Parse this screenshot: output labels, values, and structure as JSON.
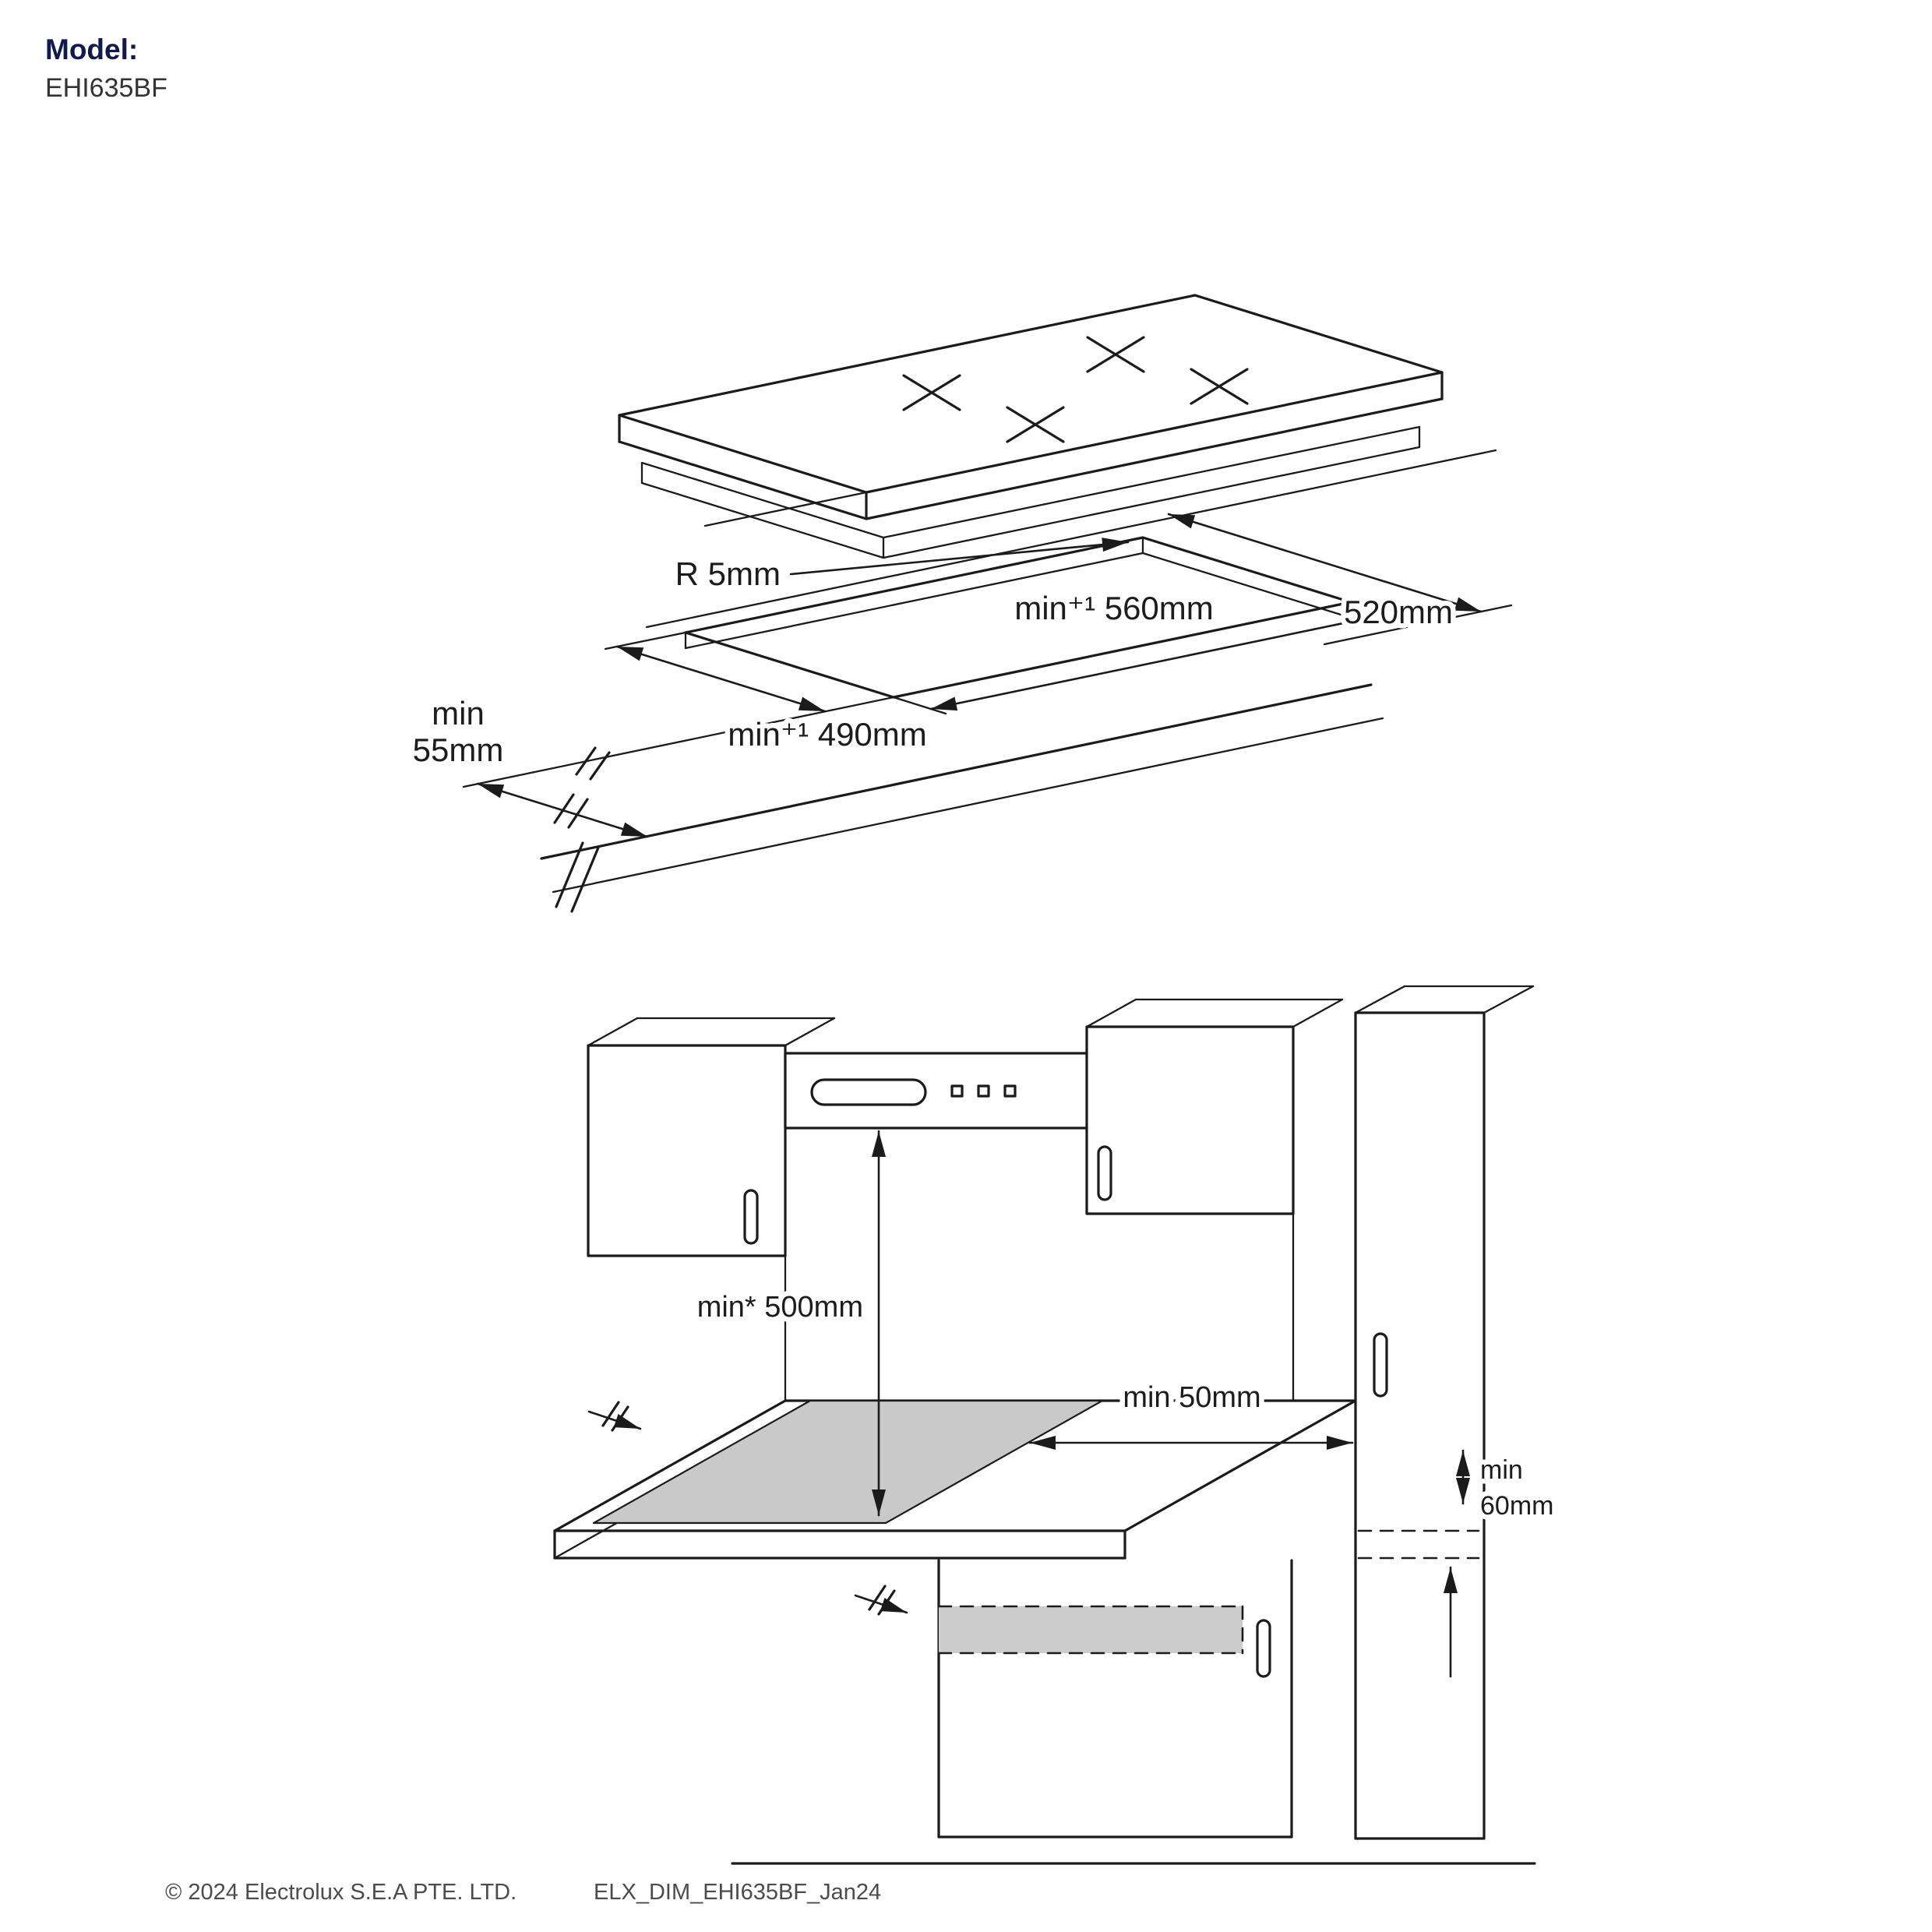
{
  "header": {
    "model_label": "Model:",
    "model_number": "EHI635BF"
  },
  "colors": {
    "ink": "#1b1b1b",
    "brand_navy": "#101a4f",
    "hob_gray": "#c9c9c9"
  },
  "cutout_diagram": {
    "corner_radius": "R 5mm",
    "hob_depth": "520mm",
    "cutout_width": "min⁺¹ 560mm",
    "cutout_depth": "min⁺¹ 490mm",
    "edge_clearance_line1": "min",
    "edge_clearance_line2": "55mm"
  },
  "installation_diagram": {
    "hood_clearance": "min* 500mm",
    "rear_clearance": "min 50mm",
    "side_clearance_line1": "min",
    "side_clearance_line2": "60mm"
  },
  "footer": {
    "copyright": "© 2024 Electrolux S.E.A PTE. LTD.",
    "doc_ref": "ELX_DIM_EHI635BF_Jan24"
  }
}
